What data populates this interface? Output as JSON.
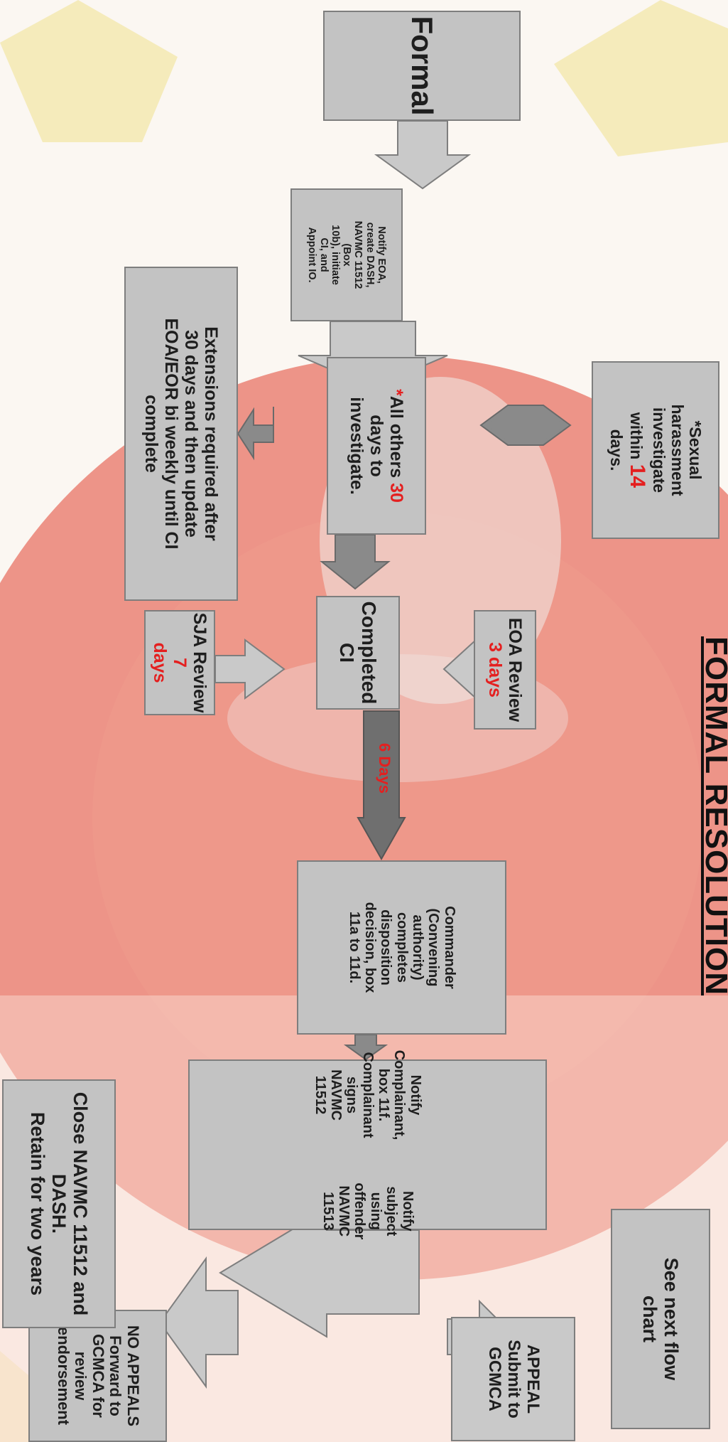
{
  "title": "FORMAL RESOLUTION",
  "nodes": {
    "formal": "Formal",
    "notify_eoa": [
      "Notify EOA,",
      "create DASH,",
      "NAVMC 11512",
      "(Box",
      "10b), initiate",
      "CI, and",
      "Appoint IO."
    ],
    "sexual_harassment": {
      "pre": [
        "*Sexual",
        "harassment",
        "investigate"
      ],
      "within": "within",
      "days_number": "14",
      "post": "days."
    },
    "all_others": {
      "asterisk": "*",
      "label": "All others",
      "days_number": "30",
      "line2": "days to",
      "line3": "investigate."
    },
    "extensions": [
      "Extensions required after",
      "30 days and then update",
      "EOA/EOR bi weekly until CI",
      "complete"
    ],
    "completed_ci": [
      "Completed",
      "CI"
    ],
    "eoa_review": {
      "label": "EOA Review",
      "days": "3 days"
    },
    "sja_review": {
      "label": "SJA Review",
      "days_number": "7",
      "days": "days"
    },
    "six_days": "6 Days",
    "commander": [
      "Commander",
      "(Convening",
      "authority)",
      "completes",
      "disposition",
      "decision, box",
      "11a to 11d."
    ],
    "notify_complainant": [
      "Notify",
      "Complainant,",
      "box 11f.",
      "Complainant",
      "signs NAVMC",
      "11512"
    ],
    "notify_subject": [
      "Notify subject",
      "using offender",
      "NAVMC 11513"
    ],
    "see_next": [
      "See next flow",
      "chart"
    ],
    "appeal": {
      "label": "APPEAL",
      "line2": "Submit to",
      "line3": "GCMCA"
    },
    "no_appeals": {
      "label": "NO APPEALS",
      "lines": [
        "Forward to",
        "GCMCA for",
        "review",
        "endorsement"
      ]
    },
    "close": [
      "Close NAVMC 11512 and",
      "DASH.",
      "Retain for two years"
    ]
  },
  "colors": {
    "box": "#c3c3c3",
    "arrow_light": "#c9c9c9",
    "arrow_dark": "#8a8a8a",
    "six_days_arrow": "#6f6f6f",
    "highlight": "#e41f1f"
  }
}
